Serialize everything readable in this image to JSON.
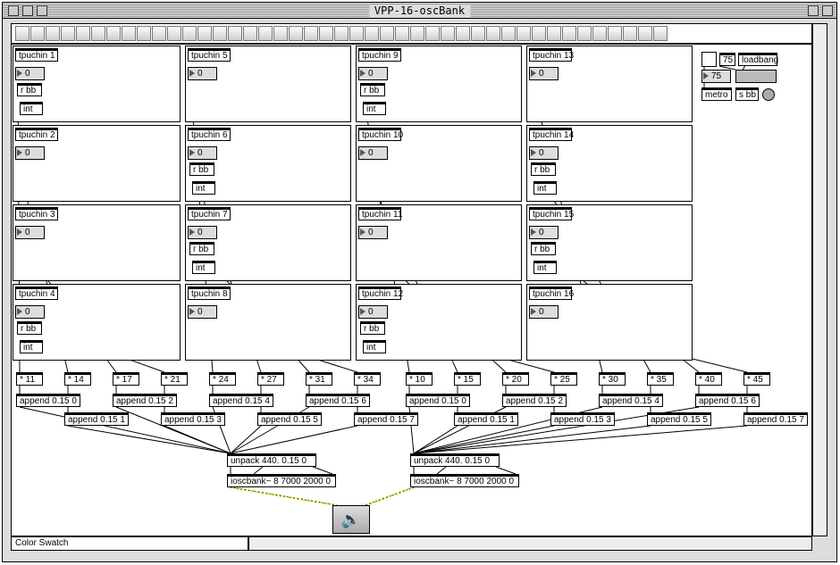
{
  "window": {
    "title": "VPP-16-oscBank"
  },
  "toolbar": {
    "icons": [
      "object-box-icon",
      "message-box-icon",
      "comment-icon",
      "button-icon",
      "toggle-icon",
      "int-number-icon",
      "float-number-icon",
      "slider-icon",
      "hslider-icon",
      "kslider-icon",
      "uslider-icon",
      "panel-icon",
      "dial-icon",
      "lcd-icon",
      "table-icon",
      "ezadc-icon",
      "ezdac-icon",
      "filtergraph-icon",
      "patcher-icon",
      "function-icon",
      "preset-icon",
      "matrix-icon",
      "matrix2-icon",
      "hi-icon",
      "number-tilde-icon",
      "multislider-icon",
      "incdec-icon",
      "keyboard-icon",
      "pencil-icon",
      "meter-icon",
      "grid-icon",
      "swatch-icon",
      "gain-icon",
      "play-icon",
      "record-icon",
      "radio-icon",
      "dial2-icon",
      "color-icon",
      "menu-icon",
      "scope-icon",
      "textedit-icon",
      "bpatcher-icon",
      "led-icon"
    ]
  },
  "panels": [
    {
      "label": "tpuchin 1",
      "num": "0",
      "rbb": true
    },
    {
      "label": "tpuchin 2",
      "num": "0",
      "rbb": false
    },
    {
      "label": "tpuchin 3",
      "num": "0",
      "rbb": false
    },
    {
      "label": "tpuchin 4",
      "num": "0",
      "rbb": true
    },
    {
      "label": "tpuchin 5",
      "num": "0",
      "rbb": false
    },
    {
      "label": "tpuchin 6",
      "num": "0",
      "rbb": true
    },
    {
      "label": "tpuchin 7",
      "num": "0",
      "rbb": true
    },
    {
      "label": "tpuchin 8",
      "num": "0",
      "rbb": false
    },
    {
      "label": "tpuchin 9",
      "num": "0",
      "rbb": true
    },
    {
      "label": "tpuchin 10",
      "num": "0",
      "rbb": false
    },
    {
      "label": "tpuchin 11",
      "num": "0",
      "rbb": false
    },
    {
      "label": "tpuchin 12",
      "num": "0",
      "rbb": true
    },
    {
      "label": "tpuchin 13",
      "num": "0",
      "rbb": false
    },
    {
      "label": "tpuchin 14",
      "num": "0",
      "rbb": true
    },
    {
      "label": "tpuchin 15",
      "num": "0",
      "rbb": true
    },
    {
      "label": "tpuchin 16",
      "num": "0",
      "rbb": false
    }
  ],
  "rbb_label": "r bb",
  "int_label": "int",
  "multipliers": [
    "* 11",
    "* 14",
    "* 17",
    "* 21",
    "* 24",
    "* 27",
    "* 31",
    "* 34",
    "* 10",
    "* 15",
    "* 20",
    "* 25",
    "* 30",
    "* 35",
    "* 40",
    "* 45"
  ],
  "appends": [
    "append 0.15 0",
    "append 0.15 1",
    "append 0.15 2",
    "append 0.15 3",
    "append 0.15 4",
    "append 0.15 5",
    "append 0.15 6",
    "append 0.15 7",
    "append 0.15 0",
    "append 0.15 1",
    "append 0.15 2",
    "append 0.15 3",
    "append 0.15 4",
    "append 0.15 5",
    "append 0.15 6",
    "append 0.15 7"
  ],
  "banks": [
    {
      "unpack": "unpack 440. 0.15 0",
      "osc": "ioscbank~ 8 7000 2000 0"
    },
    {
      "unpack": "unpack 440. 0.15 0",
      "osc": "ioscbank~ 8 7000 2000 0"
    }
  ],
  "control": {
    "tempo": "75",
    "tempo2": "75",
    "loadbang": "loadbang",
    "metro": "metro",
    "send": "s bb"
  },
  "dac": {
    "icon": "speaker-icon",
    "glyph": "🔈"
  },
  "status": "Color Swatch"
}
